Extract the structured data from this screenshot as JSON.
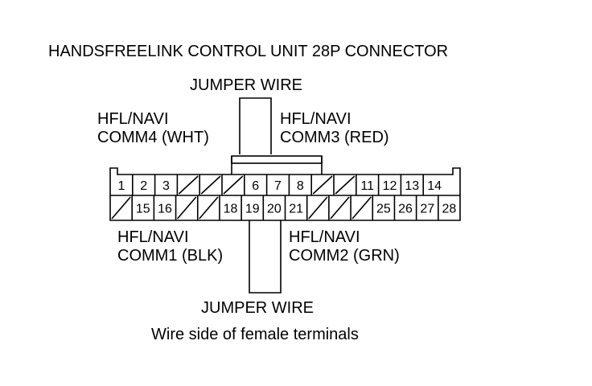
{
  "title": "HANDSFREELINK CONTROL UNIT 28P CONNECTOR",
  "labels": {
    "jumper_top": "JUMPER WIRE",
    "jumper_bottom": "JUMPER WIRE",
    "comm4_line1": "HFL/NAVI",
    "comm4_line2": "COMM4 (WHT)",
    "comm3_line1": "HFL/NAVI",
    "comm3_line2": "COMM3 (RED)",
    "comm1_line1": "HFL/NAVI",
    "comm1_line2": "COMM1 (BLK)",
    "comm2_line1": "HFL/NAVI",
    "comm2_line2": "COMM2 (GRN)"
  },
  "caption": "Wire side of female terminals",
  "connector": {
    "top_row": [
      "1",
      "2",
      "3",
      "",
      "",
      "",
      "6",
      "7",
      "8",
      "",
      "",
      "11",
      "12",
      "13",
      "14"
    ],
    "bottom_row": [
      "",
      "15",
      "16",
      "",
      "",
      "18",
      "19",
      "20",
      "21",
      "",
      "",
      "",
      "25",
      "26",
      "27",
      "28"
    ]
  }
}
